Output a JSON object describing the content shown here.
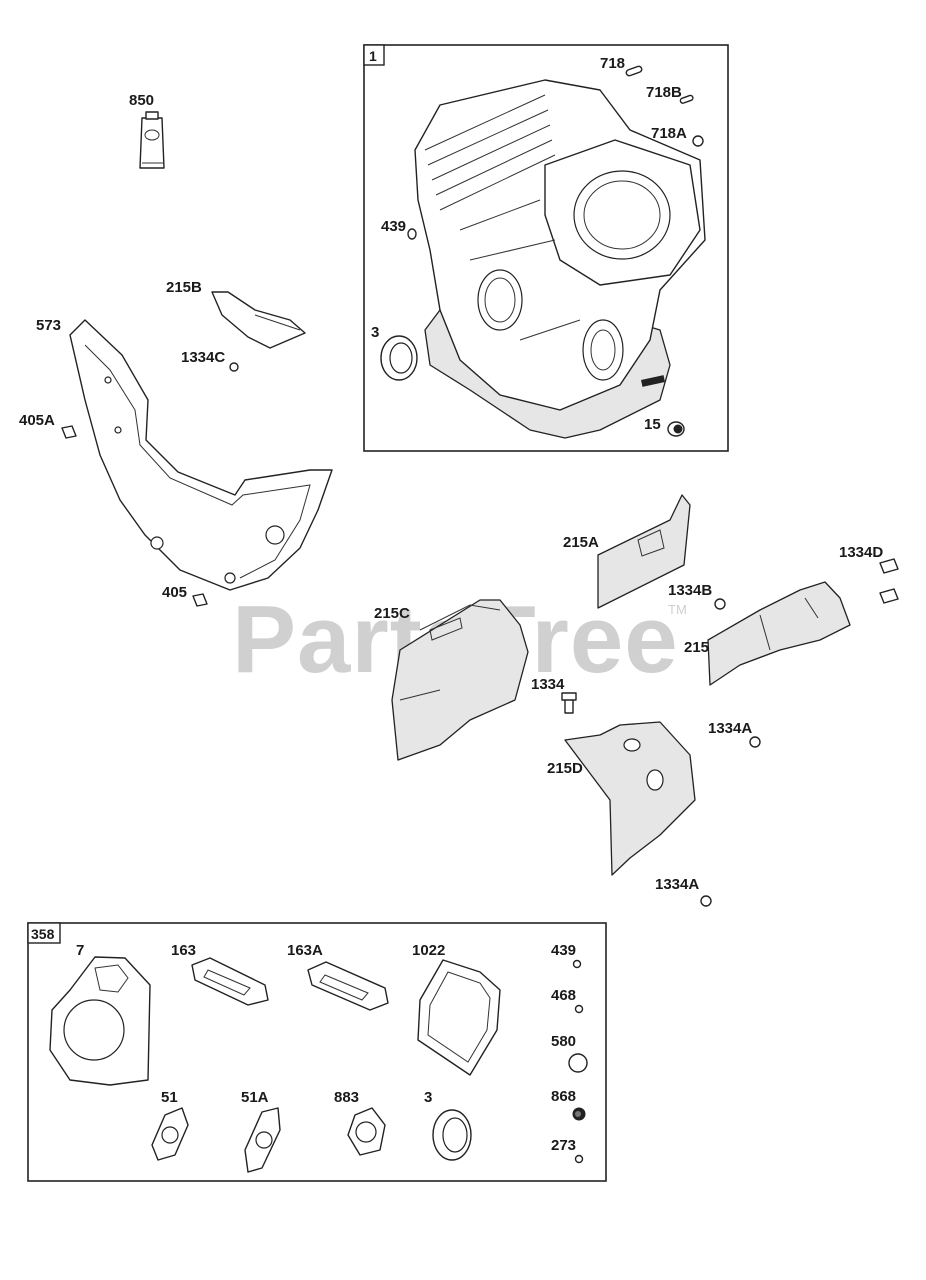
{
  "watermark": "PartsTree",
  "watermark_tm": "TM",
  "box_crankcase": {
    "label": "1"
  },
  "box_gasket_set": {
    "label": "358"
  },
  "parts": {
    "p850": "850",
    "p215B": "215B",
    "p1334C": "1334C",
    "p573": "573",
    "p405A": "405A",
    "p405": "405",
    "p718": "718",
    "p718B": "718B",
    "p718A": "718A",
    "p439_top": "439",
    "p3_top": "3",
    "p15": "15",
    "p215A": "215A",
    "p1334D": "1334D",
    "p1334B": "1334B",
    "p215": "215",
    "p215C": "215C",
    "p1334": "1334",
    "p1334A_1": "1334A",
    "p215D": "215D",
    "p1334A_2": "1334A",
    "p7": "7",
    "p163": "163",
    "p163A": "163A",
    "p1022": "1022",
    "p439_kit": "439",
    "p468": "468",
    "p580": "580",
    "p868": "868",
    "p273": "273",
    "p51": "51",
    "p51A": "51A",
    "p883": "883",
    "p3_kit": "3"
  }
}
